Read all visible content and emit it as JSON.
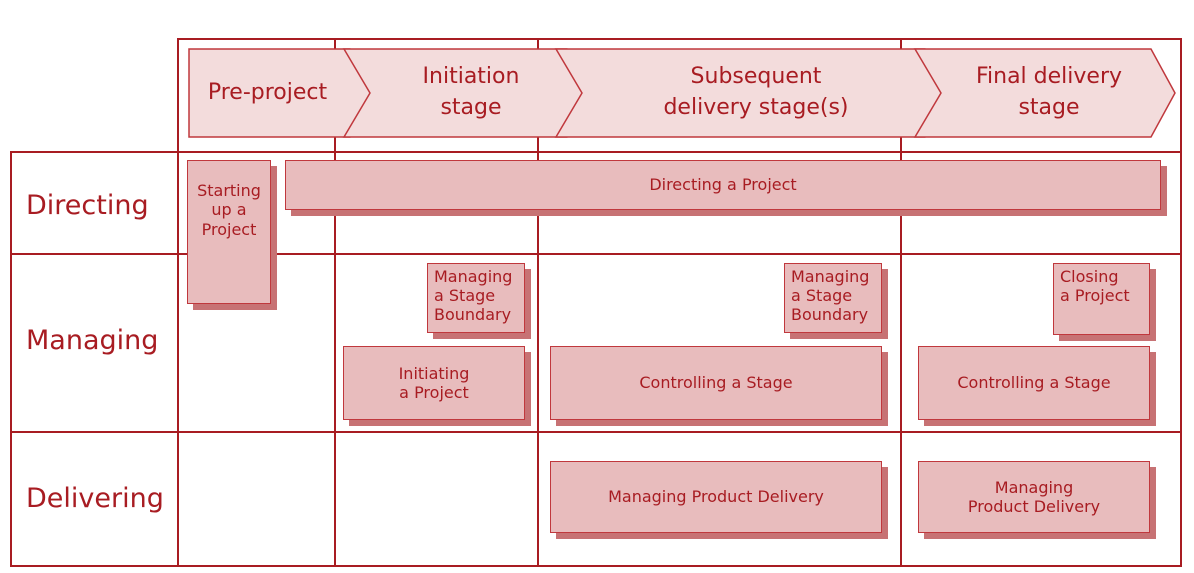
{
  "phases": [
    {
      "label": "Pre-project"
    },
    {
      "label": "Initiation\nstage"
    },
    {
      "label": "Subsequent\ndelivery stage(s)"
    },
    {
      "label": "Final delivery\nstage"
    }
  ],
  "rows": {
    "directing": "Directing",
    "managing": "Managing",
    "delivering": "Delivering"
  },
  "processes": {
    "starting_up": "Starting\nup a\nProject",
    "directing_project": "Directing a Project",
    "initiating": "Initiating\na Project",
    "msb_initiation": "Managing\na Stage\nBoundary",
    "controlling_subsequent": "Controlling a Stage",
    "msb_subsequent": "Managing\na Stage\nBoundary",
    "mpd_subsequent": "Managing Product Delivery",
    "controlling_final": "Controlling a Stage",
    "closing": "Closing\na Project",
    "mpd_final": "Managing\nProduct Delivery"
  },
  "colors": {
    "line": "#a81c22",
    "box_fill": "#e8bcbd",
    "box_shadow": "#c77274",
    "arrow_fill": "#f3dcdc"
  }
}
